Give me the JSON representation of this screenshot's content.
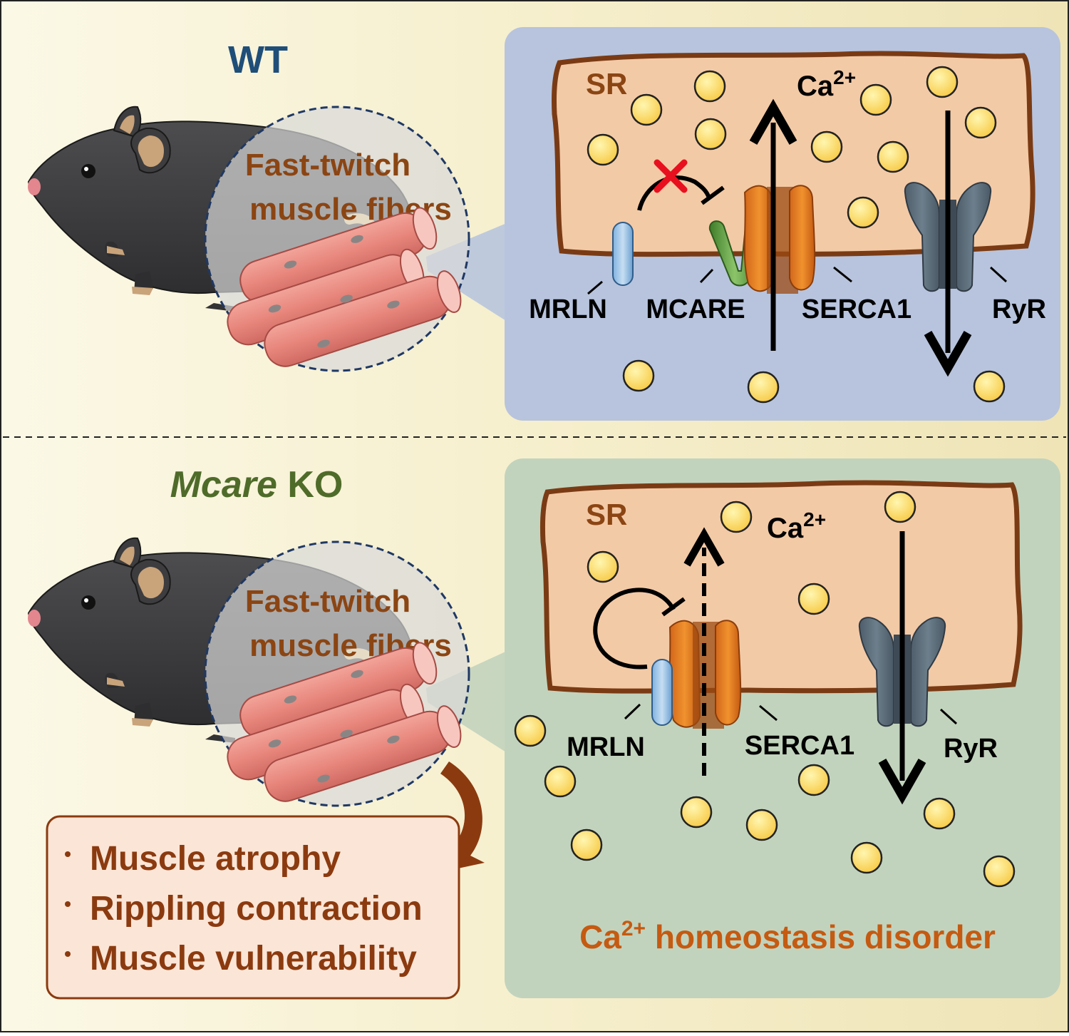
{
  "wt_panel": {
    "title": "WT",
    "fiber_label_line1": "Fast-twitch",
    "fiber_label_line2": "muscle fibers",
    "sr_label": "SR",
    "ca_label": "Ca",
    "ca_superscript": "2+",
    "labels": {
      "mrln": "MRLN",
      "mcare": "MCARE",
      "serca1": "SERCA1",
      "ryr": "RyR"
    }
  },
  "ko_panel": {
    "title_italic": "Mcare",
    "title_rest": " KO",
    "fiber_label_line1": "Fast-twitch",
    "fiber_label_line2": "muscle fibers",
    "sr_label": "SR",
    "ca_label": "Ca",
    "ca_superscript": "2+",
    "labels": {
      "mrln": "MRLN",
      "serca1": "SERCA1",
      "ryr": "RyR"
    },
    "phenotypes": [
      "Muscle atrophy",
      "Rippling contraction",
      "Muscle vulnerability"
    ],
    "disorder_ca": "Ca",
    "disorder_superscript": "2+",
    "disorder_rest": " homeostasis disorder"
  },
  "colors": {
    "wt_title": "#1f4e79",
    "ko_title": "#4f6b2a",
    "brown_text": "#8b4513",
    "orange_text": "#c55a11",
    "wt_box": "#b8c4dd",
    "ko_box": "#c2d3bd",
    "sr_fill": "#f3caa6",
    "sr_stroke": "#7a3b14",
    "serca": "#e07a1f",
    "ryr": "#5d6d7a",
    "mrln": "#9dc3e6",
    "mcare": "#6aa84f",
    "ca_ball": "#ffe066",
    "x_mark": "#e8101e"
  },
  "icons": [
    "mouse-icon",
    "muscle-fiber-icon",
    "calcium-ion-icon",
    "inhibition-arrow-icon",
    "x-mark-icon",
    "curved-arrow-icon"
  ]
}
